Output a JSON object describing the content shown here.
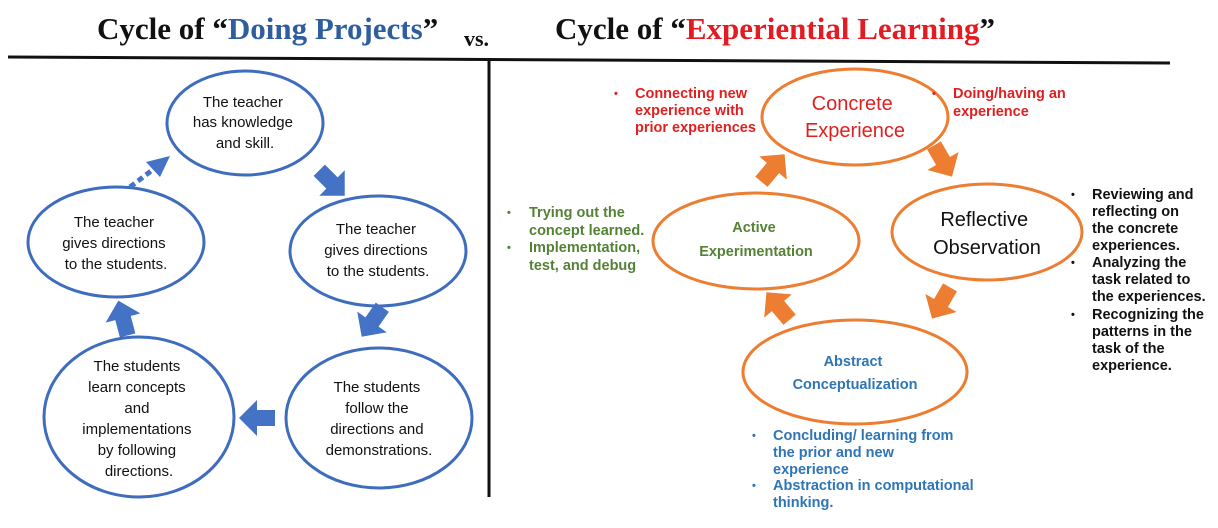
{
  "colors": {
    "doing_blue": "#2E5E9E",
    "experiential_red": "#E31B23",
    "ellipse_blue": "#3E6DBD",
    "arrow_blue": "#4472C4",
    "orange": "#ED7D31",
    "red_text": "#E02020",
    "green_text": "#548235",
    "blue_text": "#2E75B6",
    "black": "#111111"
  },
  "header": {
    "left_prefix": "Cycle of “",
    "left_highlight": "Doing Projects",
    "left_suffix": "”",
    "vs": "vs.",
    "right_prefix": "Cycle of “",
    "right_highlight": "Experiential Learning",
    "right_suffix": "”"
  },
  "doing_cycle": {
    "nodes": [
      {
        "lines": [
          "The teacher",
          "has knowledge",
          "and skill."
        ]
      },
      {
        "lines": [
          "The teacher",
          "gives directions",
          "to the students."
        ]
      },
      {
        "lines": [
          "The students",
          "follow the",
          "directions and",
          "demonstrations."
        ]
      },
      {
        "lines": [
          "The students",
          "learn concepts",
          "and",
          "implementations",
          "by following",
          "directions."
        ]
      },
      {
        "lines": [
          "The teacher",
          "gives directions",
          "to the students."
        ]
      }
    ]
  },
  "experiential_cycle": {
    "stages": [
      {
        "lines": [
          "Concrete",
          "Experience"
        ]
      },
      {
        "lines": [
          "Reflective",
          "Observation"
        ]
      },
      {
        "lines": [
          "Abstract",
          "Conceptualization"
        ]
      },
      {
        "lines": [
          "Active",
          "Experimentation"
        ]
      }
    ],
    "notes": {
      "connecting": {
        "lines": [
          "Connecting new",
          "experience with",
          "prior experiences"
        ]
      },
      "doing": {
        "lines": [
          "Doing/having an",
          "experience"
        ]
      },
      "reviewing": [
        {
          "lines": [
            "Reviewing and",
            "reflecting on",
            "the concrete",
            "experiences."
          ]
        },
        {
          "lines": [
            "Analyzing the",
            "task related to",
            "the experiences."
          ]
        },
        {
          "lines": [
            "Recognizing the",
            "patterns in the",
            "task of the",
            "experience."
          ]
        }
      ],
      "trying": [
        {
          "lines": [
            "Trying out the",
            "concept learned."
          ]
        },
        {
          "lines": [
            "Implementation,",
            "test, and debug"
          ]
        }
      ],
      "concluding": [
        {
          "lines": [
            "Concluding/ learning from",
            "the prior and new",
            "experience"
          ]
        },
        {
          "lines": [
            "Abstraction in computational",
            "thinking."
          ]
        }
      ]
    }
  }
}
